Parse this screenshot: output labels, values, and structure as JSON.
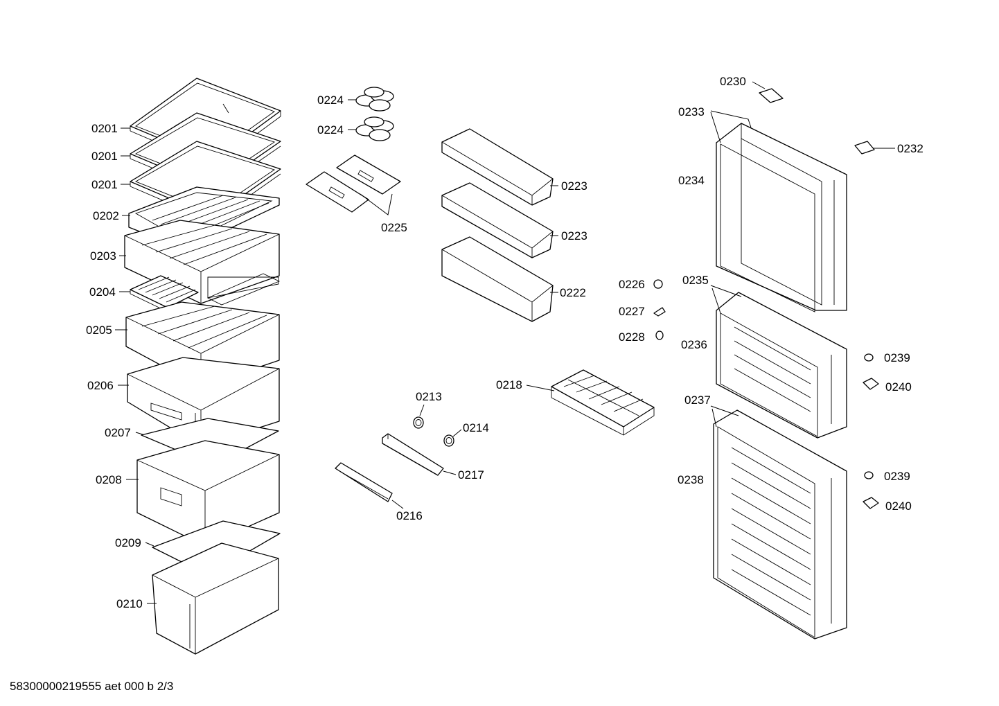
{
  "footer_text": "58300000219555 aet 000 b 2/3",
  "callouts": [
    {
      "id": "c1",
      "text": "0201"
    },
    {
      "id": "c2",
      "text": "0201"
    },
    {
      "id": "c3",
      "text": "0201"
    },
    {
      "id": "c4",
      "text": "0202"
    },
    {
      "id": "c5",
      "text": "0203"
    },
    {
      "id": "c6",
      "text": "0204"
    },
    {
      "id": "c7",
      "text": "0205"
    },
    {
      "id": "c8",
      "text": "0206"
    },
    {
      "id": "c9",
      "text": "0207"
    },
    {
      "id": "c10",
      "text": "0208"
    },
    {
      "id": "c11",
      "text": "0209"
    },
    {
      "id": "c12",
      "text": "0210"
    },
    {
      "id": "c13",
      "text": "0224"
    },
    {
      "id": "c14",
      "text": "0224"
    },
    {
      "id": "c15",
      "text": "0225"
    },
    {
      "id": "c16",
      "text": "0223"
    },
    {
      "id": "c17",
      "text": "0223"
    },
    {
      "id": "c18",
      "text": "0222"
    },
    {
      "id": "c19",
      "text": "0213"
    },
    {
      "id": "c20",
      "text": "0214"
    },
    {
      "id": "c21",
      "text": "0217"
    },
    {
      "id": "c22",
      "text": "0216"
    },
    {
      "id": "c23",
      "text": "0218"
    },
    {
      "id": "c24",
      "text": "0226"
    },
    {
      "id": "c25",
      "text": "0227"
    },
    {
      "id": "c26",
      "text": "0228"
    },
    {
      "id": "c27",
      "text": "0230"
    },
    {
      "id": "c28",
      "text": "0233"
    },
    {
      "id": "c29",
      "text": "0232"
    },
    {
      "id": "c30",
      "text": "0234"
    },
    {
      "id": "c31",
      "text": "0235"
    },
    {
      "id": "c32",
      "text": "0236"
    },
    {
      "id": "c33",
      "text": "0237"
    },
    {
      "id": "c34",
      "text": "0238"
    },
    {
      "id": "c35",
      "text": "0239"
    },
    {
      "id": "c36",
      "text": "0240"
    },
    {
      "id": "c37",
      "text": "0239"
    },
    {
      "id": "c38",
      "text": "0240"
    }
  ]
}
